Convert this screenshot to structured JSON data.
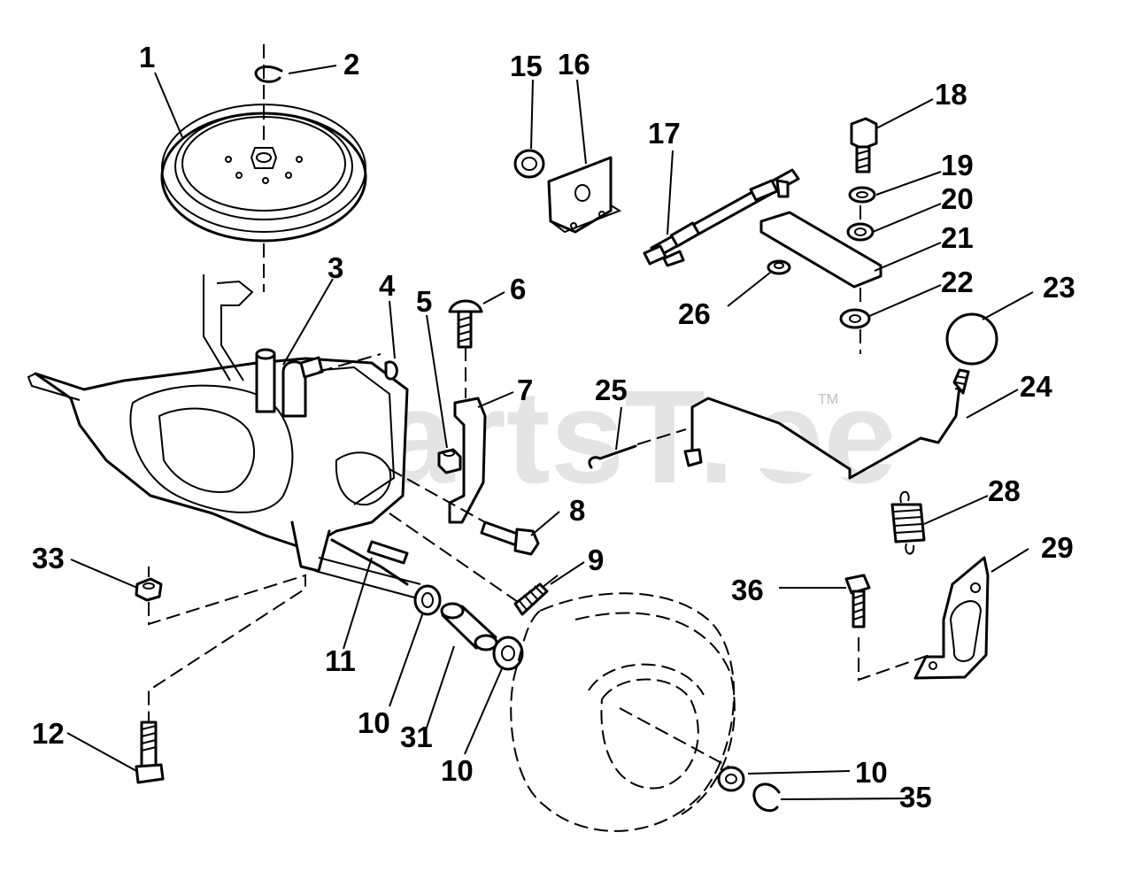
{
  "watermark": {
    "text": "PartsTree",
    "trademark": "TM"
  },
  "callouts": [
    {
      "id": "c1",
      "label": "1"
    },
    {
      "id": "c2",
      "label": "2"
    },
    {
      "id": "c3",
      "label": "3"
    },
    {
      "id": "c4",
      "label": "4"
    },
    {
      "id": "c5",
      "label": "5"
    },
    {
      "id": "c6",
      "label": "6"
    },
    {
      "id": "c7",
      "label": "7"
    },
    {
      "id": "c8",
      "label": "8"
    },
    {
      "id": "c9",
      "label": "9"
    },
    {
      "id": "c10a",
      "label": "10"
    },
    {
      "id": "c10b",
      "label": "10"
    },
    {
      "id": "c10c",
      "label": "10"
    },
    {
      "id": "c11",
      "label": "11"
    },
    {
      "id": "c12",
      "label": "12"
    },
    {
      "id": "c15",
      "label": "15"
    },
    {
      "id": "c16",
      "label": "16"
    },
    {
      "id": "c17",
      "label": "17"
    },
    {
      "id": "c18",
      "label": "18"
    },
    {
      "id": "c19",
      "label": "19"
    },
    {
      "id": "c20",
      "label": "20"
    },
    {
      "id": "c21",
      "label": "21"
    },
    {
      "id": "c22",
      "label": "22"
    },
    {
      "id": "c23",
      "label": "23"
    },
    {
      "id": "c24",
      "label": "24"
    },
    {
      "id": "c25",
      "label": "25"
    },
    {
      "id": "c26",
      "label": "26"
    },
    {
      "id": "c28",
      "label": "28"
    },
    {
      "id": "c29",
      "label": "29"
    },
    {
      "id": "c31",
      "label": "31"
    },
    {
      "id": "c33",
      "label": "33"
    },
    {
      "id": "c35",
      "label": "35"
    },
    {
      "id": "c36",
      "label": "36"
    }
  ]
}
